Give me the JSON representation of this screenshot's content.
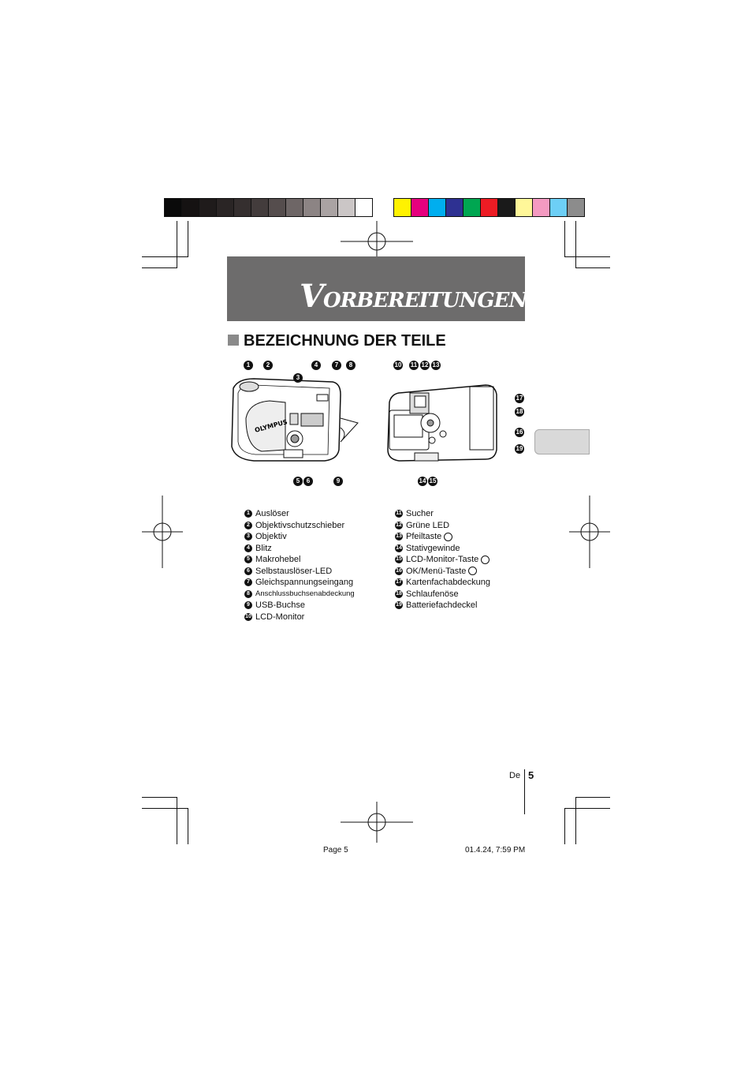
{
  "colors": {
    "grayscale_bar": [
      "#0a0a0a",
      "#151212",
      "#1f1b1b",
      "#2a2525",
      "#352f2f",
      "#433c3c",
      "#554d4d",
      "#6e6666",
      "#8c8484",
      "#aaa3a3",
      "#cbc6c6",
      "#ffffff"
    ],
    "color_bar": [
      "#fff200",
      "#e6007e",
      "#00aeef",
      "#2e3192",
      "#00a651",
      "#ed1c24",
      "#1a1a1a",
      "#fff799",
      "#f49ac1",
      "#6dcff6",
      "#8c8c8c"
    ],
    "title_band": "#6d6c6c",
    "section_marker": "#8a8a8a"
  },
  "header": {
    "title_initial": "V",
    "title_rest": "ORBEREITUNGEN"
  },
  "section": {
    "title": "BEZEICHNUNG DER TEILE"
  },
  "diagram": {
    "front_top_numbers": [
      "1",
      "2",
      "3",
      "4",
      "7",
      "8"
    ],
    "front_bottom_numbers": [
      "5",
      "6",
      "9"
    ],
    "back_top_numbers": [
      "10",
      "11",
      "12",
      "13"
    ],
    "back_right_numbers": [
      "17",
      "18",
      "16",
      "19"
    ],
    "back_bottom_numbers": [
      "14",
      "15"
    ],
    "camera_brand": "OLYMPUS"
  },
  "parts_left": [
    {
      "num": "1",
      "label": "Auslöser"
    },
    {
      "num": "2",
      "label": "Objektivschutzschieber"
    },
    {
      "num": "3",
      "label": "Objektiv"
    },
    {
      "num": "4",
      "label": "Blitz"
    },
    {
      "num": "5",
      "label": "Makrohebel"
    },
    {
      "num": "6",
      "label": "Selbstauslöser-LED"
    },
    {
      "num": "7",
      "label": "Gleichspannungseingang"
    },
    {
      "num": "8",
      "label": "Anschlussbuchsenabdeckung"
    },
    {
      "num": "9",
      "label": "USB-Buchse"
    },
    {
      "num": "10",
      "label": "LCD-Monitor"
    }
  ],
  "parts_right": [
    {
      "num": "11",
      "label": "Sucher"
    },
    {
      "num": "12",
      "label": "Grüne LED"
    },
    {
      "num": "13",
      "label": "Pfeiltaste"
    },
    {
      "num": "14",
      "label": "Stativgewinde"
    },
    {
      "num": "15",
      "label": "LCD-Monitor-Taste"
    },
    {
      "num": "16",
      "label": "OK/Menü-Taste"
    },
    {
      "num": "17",
      "label": "Kartenfachabdeckung"
    },
    {
      "num": "18",
      "label": "Schlaufenöse"
    },
    {
      "num": "19",
      "label": "Batteriefachdeckel"
    }
  ],
  "footer": {
    "lang": "De",
    "page_number": "5",
    "slug_left": "Page 5",
    "slug_right": "01.4.24, 7:59 PM"
  }
}
